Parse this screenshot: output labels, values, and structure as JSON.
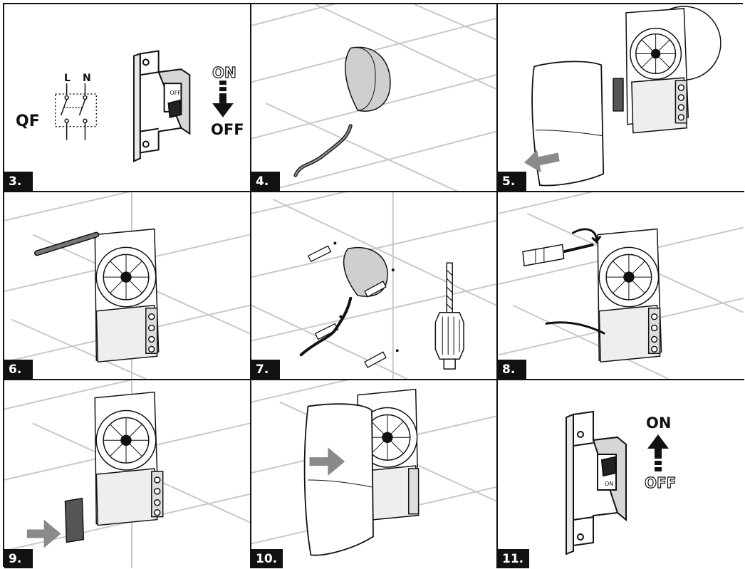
{
  "steps": [
    "3.",
    "4.",
    "5.",
    "6.",
    "7.",
    "8.",
    "9.",
    "10.",
    "11."
  ],
  "panel3": {
    "qf": "QF",
    "l": "L",
    "n": "N",
    "on": "ON",
    "off": "OFF",
    "switch_text": "OFF"
  },
  "panel11": {
    "on": "ON",
    "off": "OFF",
    "switch_text": "ON"
  },
  "colors": {
    "line": "#111111",
    "wall": "#c8c8c8",
    "arrow": "#8a8a8a",
    "hole": "#cfcfcf"
  },
  "icons": [
    "circuit-breaker-icon",
    "fan-unit-icon",
    "screwdriver-icon",
    "drill-bit-icon",
    "dowel-icon",
    "arrow-icon"
  ]
}
